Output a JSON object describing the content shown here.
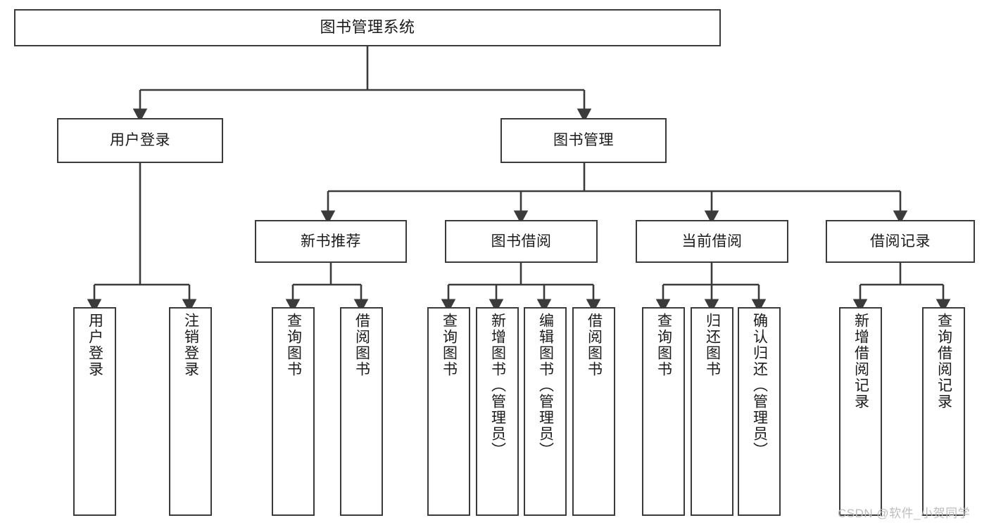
{
  "diagram": {
    "title": "图书管理系统",
    "type": "tree-hierarchy",
    "root": {
      "label": "图书管理系统"
    },
    "level2": [
      {
        "label": "用户登录"
      },
      {
        "label": "图书管理"
      }
    ],
    "level3": [
      {
        "label": "新书推荐",
        "parent": "图书管理"
      },
      {
        "label": "图书借阅",
        "parent": "图书管理"
      },
      {
        "label": "当前借阅",
        "parent": "图书管理"
      },
      {
        "label": "借阅记录",
        "parent": "图书管理"
      }
    ],
    "leaves": [
      {
        "label": "用户登录",
        "parent": "用户登录"
      },
      {
        "label": "注销登录",
        "parent": "用户登录"
      },
      {
        "label": "查询图书",
        "parent": "新书推荐"
      },
      {
        "label": "借阅图书",
        "parent": "新书推荐"
      },
      {
        "label": "查询图书",
        "parent": "图书借阅"
      },
      {
        "label": "新增图书（管理员）",
        "parent": "图书借阅"
      },
      {
        "label": "编辑图书（管理员）",
        "parent": "图书借阅"
      },
      {
        "label": "借阅图书",
        "parent": "图书借阅"
      },
      {
        "label": "查询图书",
        "parent": "当前借阅"
      },
      {
        "label": "归还图书",
        "parent": "当前借阅"
      },
      {
        "label": "确认归还（管理员）",
        "parent": "当前借阅"
      },
      {
        "label": "新增借阅记录",
        "parent": "借阅记录"
      },
      {
        "label": "查询借阅记录",
        "parent": "借阅记录"
      }
    ],
    "colors": {
      "border": "#3b3b3b",
      "background": "#ffffff",
      "text": "#1b1b1b",
      "watermark": "#bdbdbd"
    }
  },
  "watermark": {
    "text": "CSDN @软件_小贺同学"
  }
}
